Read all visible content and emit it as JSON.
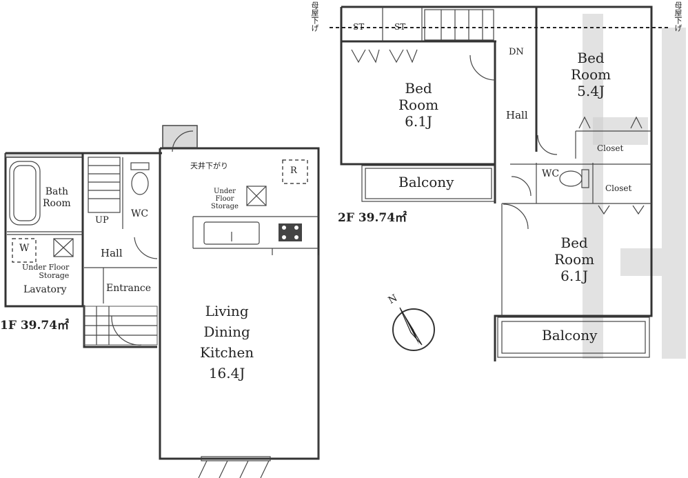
{
  "floor1": {
    "area_label": "1F 39.74㎡",
    "rooms": {
      "bath": [
        "Bath",
        "Room"
      ],
      "wc": "WC",
      "up": "UP",
      "hall": "Hall",
      "w": "W",
      "under_floor_storage_left": [
        "Under Floor",
        "Storage"
      ],
      "lavatory": "Lavatory",
      "entrance": "Entrance",
      "ceiling_note": "天井下がり",
      "r": "R",
      "under_floor_storage_right": [
        "Under",
        "Floor",
        "Storage"
      ],
      "ldk": [
        "Living",
        "Dining",
        "Kitchen",
        "16.4J"
      ]
    }
  },
  "floor2": {
    "area_label": "2F 39.74㎡",
    "roof_note": "母屋下げ",
    "rooms": {
      "st1": "ST",
      "st2": "ST",
      "dn": "DN",
      "bed1": [
        "Bed",
        "Room",
        "6.1J"
      ],
      "bed2": [
        "Bed",
        "Room",
        "5.4J"
      ],
      "hall": "Hall",
      "closet1": "Closet",
      "closet2": "Closet",
      "wc": "WC",
      "balcony1": "Balcony",
      "bed3": [
        "Bed",
        "Room",
        "6.1J"
      ],
      "balcony2": "Balcony"
    }
  },
  "compass": {
    "label": "N"
  },
  "icons": [
    "compass-icon",
    "bathtub-icon",
    "toilet-icon",
    "stove-icon",
    "sink-icon",
    "stairs-icon",
    "door-swing-icon"
  ]
}
